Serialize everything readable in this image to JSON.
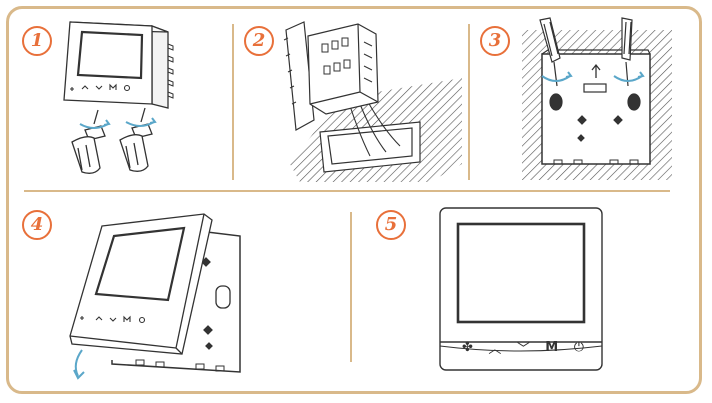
{
  "steps": [
    {
      "number": "1",
      "icon": "unscrew-bottom-screws-icon"
    },
    {
      "number": "2",
      "icon": "connect-wiring-to-wall-box-icon"
    },
    {
      "number": "3",
      "icon": "screw-mounting-plate-to-wall-icon"
    },
    {
      "number": "4",
      "icon": "hook-and-snap-panel-icon"
    },
    {
      "number": "5",
      "icon": "installed-thermostat-icon"
    }
  ],
  "thermostat_keys": [
    {
      "name": "fan-key",
      "glyph": "✤"
    },
    {
      "name": "up-key",
      "glyph": "︿"
    },
    {
      "name": "down-key",
      "glyph": "﹀"
    },
    {
      "name": "mode-key",
      "glyph": "M"
    },
    {
      "name": "power-key",
      "glyph": "⏻"
    }
  ],
  "colors": {
    "frame": "#d9b98a",
    "step_number": "#e8703a",
    "arrow": "#5ba7c9",
    "line_art": "#333333"
  }
}
